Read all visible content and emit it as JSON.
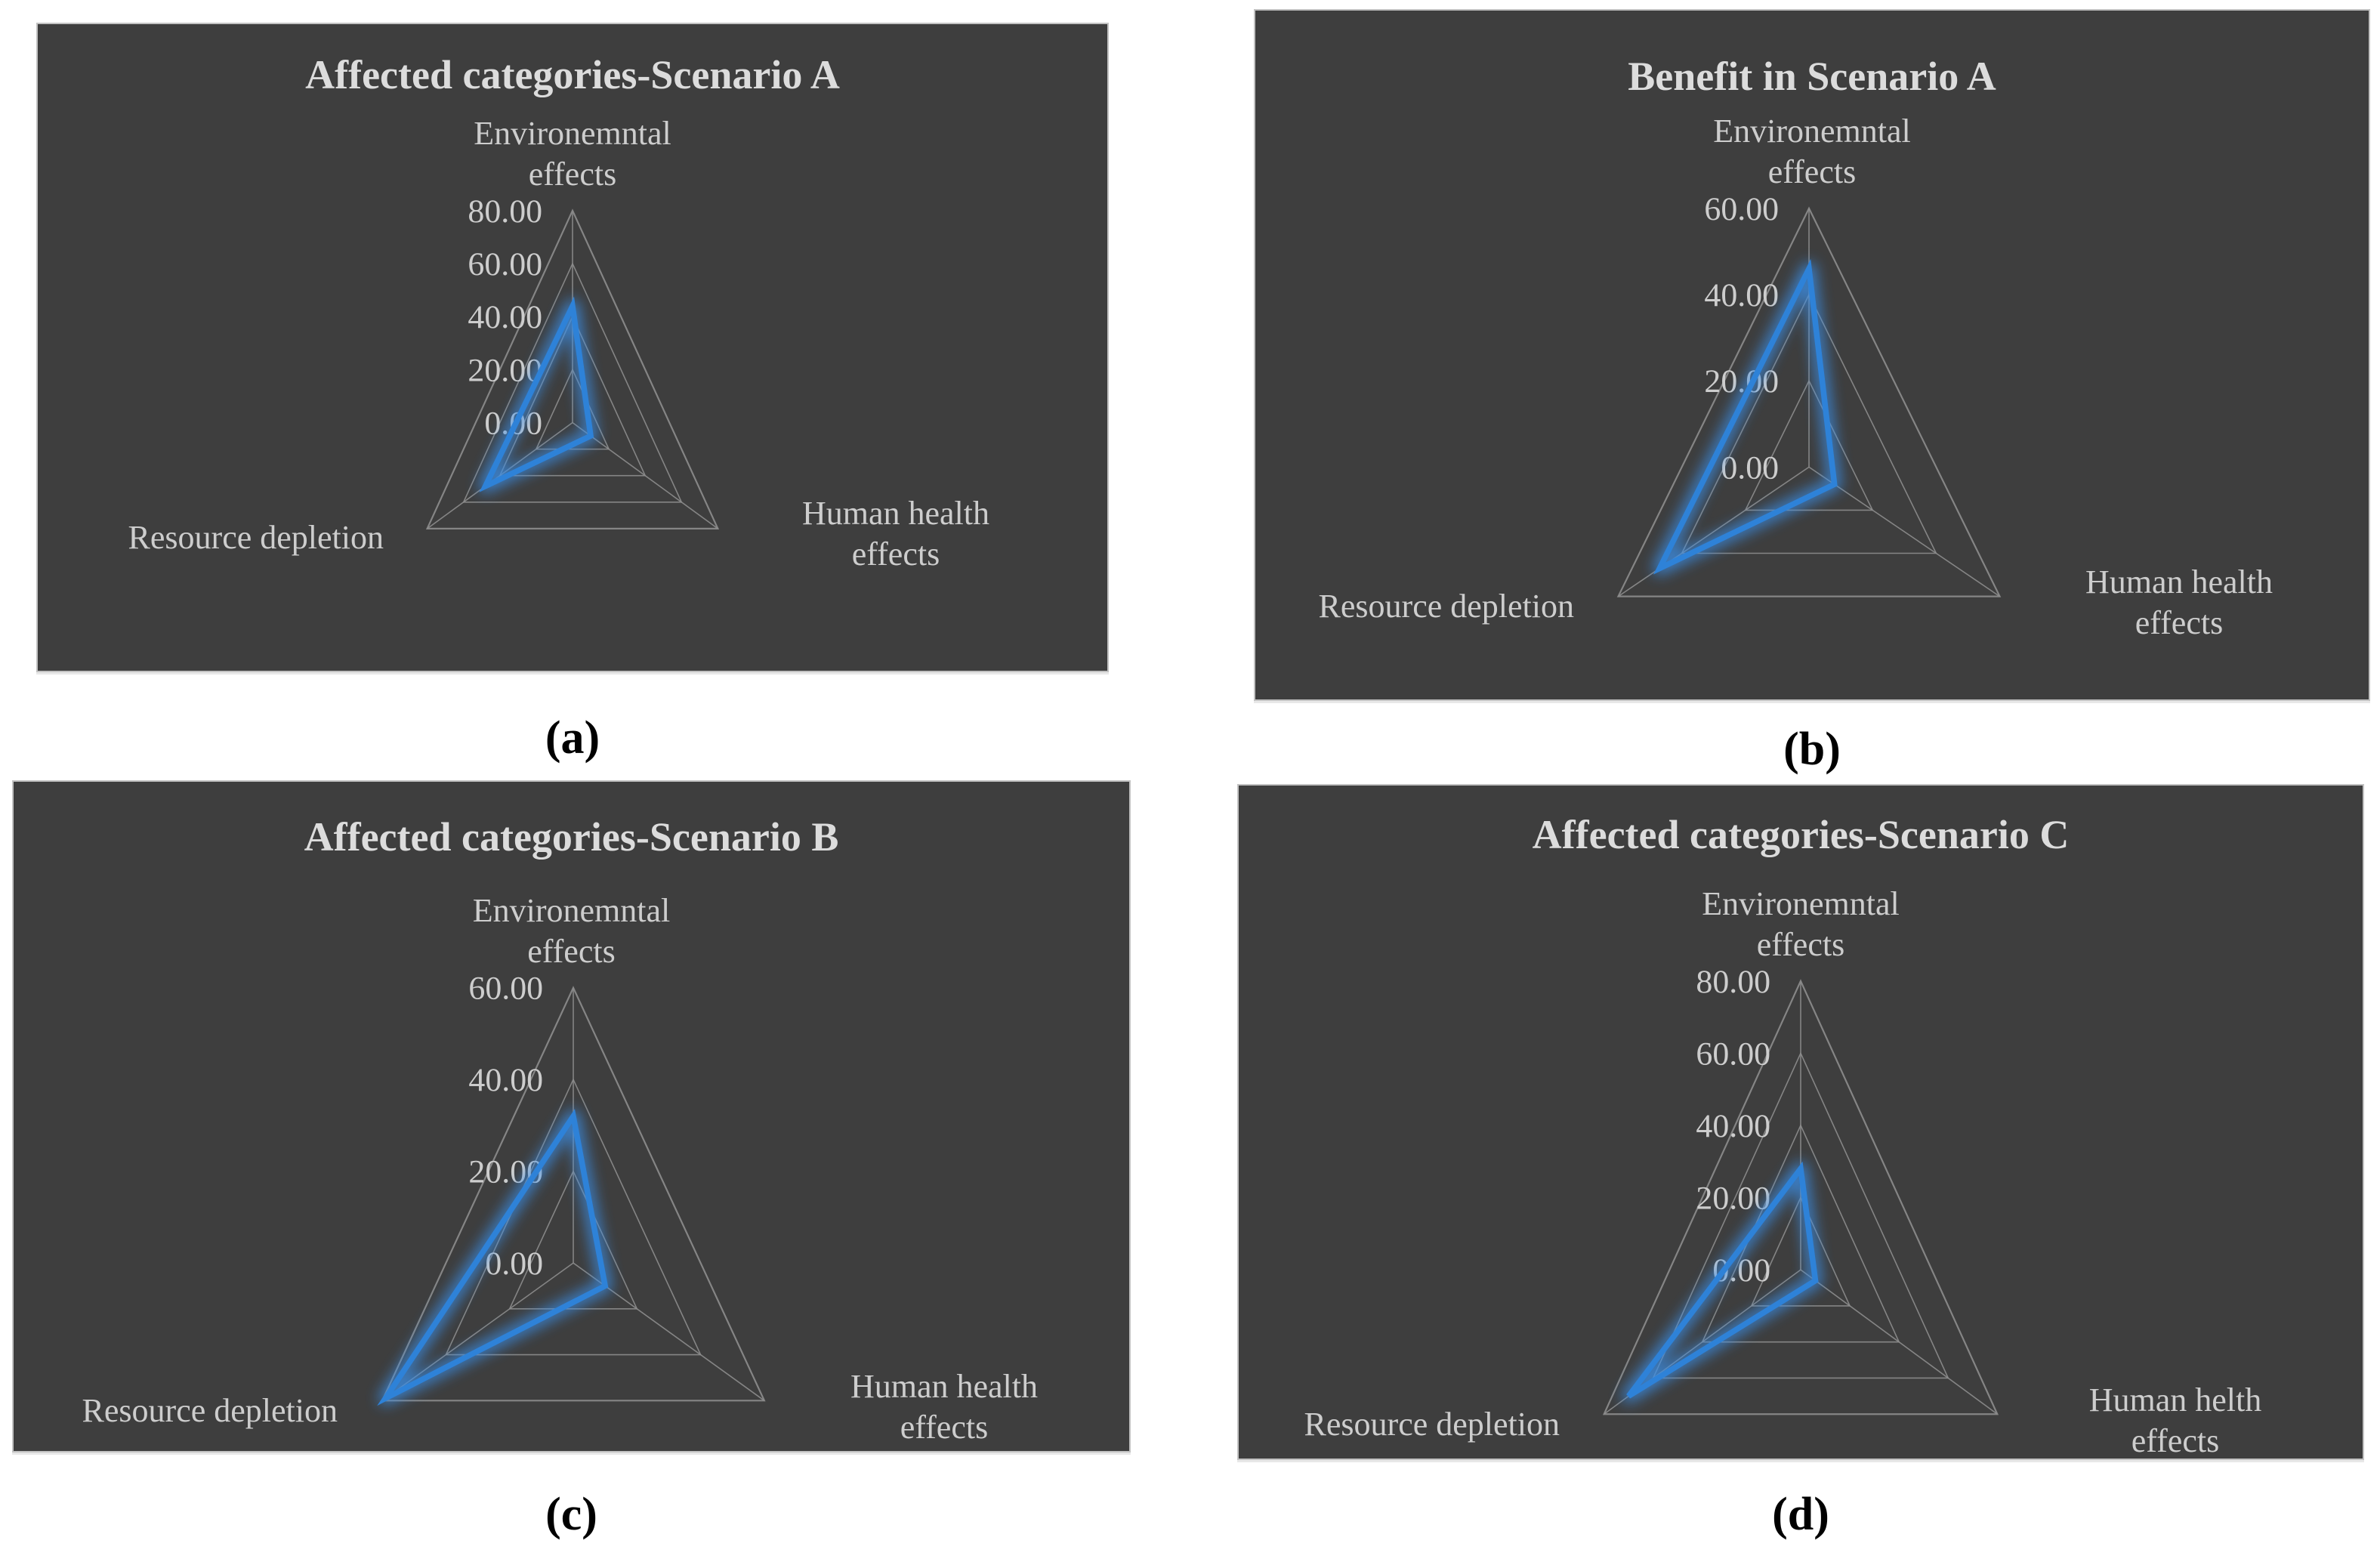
{
  "colors": {
    "page_background": "#ffffff",
    "panel_background": "#3e3e3e",
    "panel_border": "#c2c2c2",
    "grid_color": "#8d8d8d",
    "tick_text_color": "#cdcdcd",
    "axis_label_color": "#cdcdcd",
    "title_color": "#dcdcdc",
    "series_color": "#2e82d8",
    "series_glow_color": "#3b8fe8",
    "caption_color": "#000000"
  },
  "chart_data": [
    {
      "id": "a",
      "type": "radar",
      "caption": "(a)",
      "title": "Affected categories-Scenario A",
      "categories": [
        "Environemntal effects",
        "Human health effects",
        "Resource depletion"
      ],
      "values": [
        44,
        10,
        48
      ],
      "axis_min": 0,
      "axis_max": 80,
      "tick_interval": 20,
      "tick_labels": [
        "80.00",
        "60.00",
        "40.00",
        "20.00",
        "0.00"
      ],
      "labels": {
        "top": [
          "Environemntal",
          "effects"
        ],
        "right": [
          "Human health",
          "effects"
        ],
        "left": [
          "Resource depletion"
        ]
      },
      "grid": "on",
      "legend": "none"
    },
    {
      "id": "b",
      "type": "radar",
      "caption": "(b)",
      "title": "Benefit in Scenario A",
      "categories": [
        "Environemntal effects",
        "Human health effects",
        "Resource depletion"
      ],
      "values": [
        46,
        8,
        47
      ],
      "axis_min": 0,
      "axis_max": 60,
      "tick_interval": 20,
      "tick_labels": [
        "60.00",
        "40.00",
        "20.00",
        "0.00"
      ],
      "labels": {
        "top": [
          "Environemntal",
          "effects"
        ],
        "right": [
          "Human health",
          "effects"
        ],
        "left": [
          "Resource depletion"
        ]
      },
      "grid": "on",
      "legend": "none"
    },
    {
      "id": "c",
      "type": "radar",
      "caption": "(c)",
      "title": "Affected categories-Scenario B",
      "categories": [
        "Environemntal effects",
        "Human health effects",
        "Resource depletion"
      ],
      "values": [
        32,
        10,
        59
      ],
      "axis_min": 0,
      "axis_max": 60,
      "tick_interval": 20,
      "tick_labels": [
        "60.00",
        "40.00",
        "20.00",
        "0.00"
      ],
      "labels": {
        "top": [
          "Environemntal",
          "effects"
        ],
        "right": [
          "Human health",
          "effects"
        ],
        "left": [
          "Resource depletion"
        ]
      },
      "grid": "on",
      "legend": "none"
    },
    {
      "id": "d",
      "type": "radar",
      "caption": "(d)",
      "title": "Affected categories-Scenario C",
      "categories": [
        "Environemntal effects",
        "Human helth effects",
        "Resource depletion"
      ],
      "values": [
        28,
        6,
        70
      ],
      "axis_min": 0,
      "axis_max": 80,
      "tick_interval": 20,
      "tick_labels": [
        "80.00",
        "60.00",
        "40.00",
        "20.00",
        "0.00"
      ],
      "labels": {
        "top": [
          "Environemntal",
          "effects"
        ],
        "right": [
          "Human helth",
          "effects"
        ],
        "left": [
          "Resource depletion"
        ]
      },
      "grid": "on",
      "legend": "none"
    }
  ]
}
